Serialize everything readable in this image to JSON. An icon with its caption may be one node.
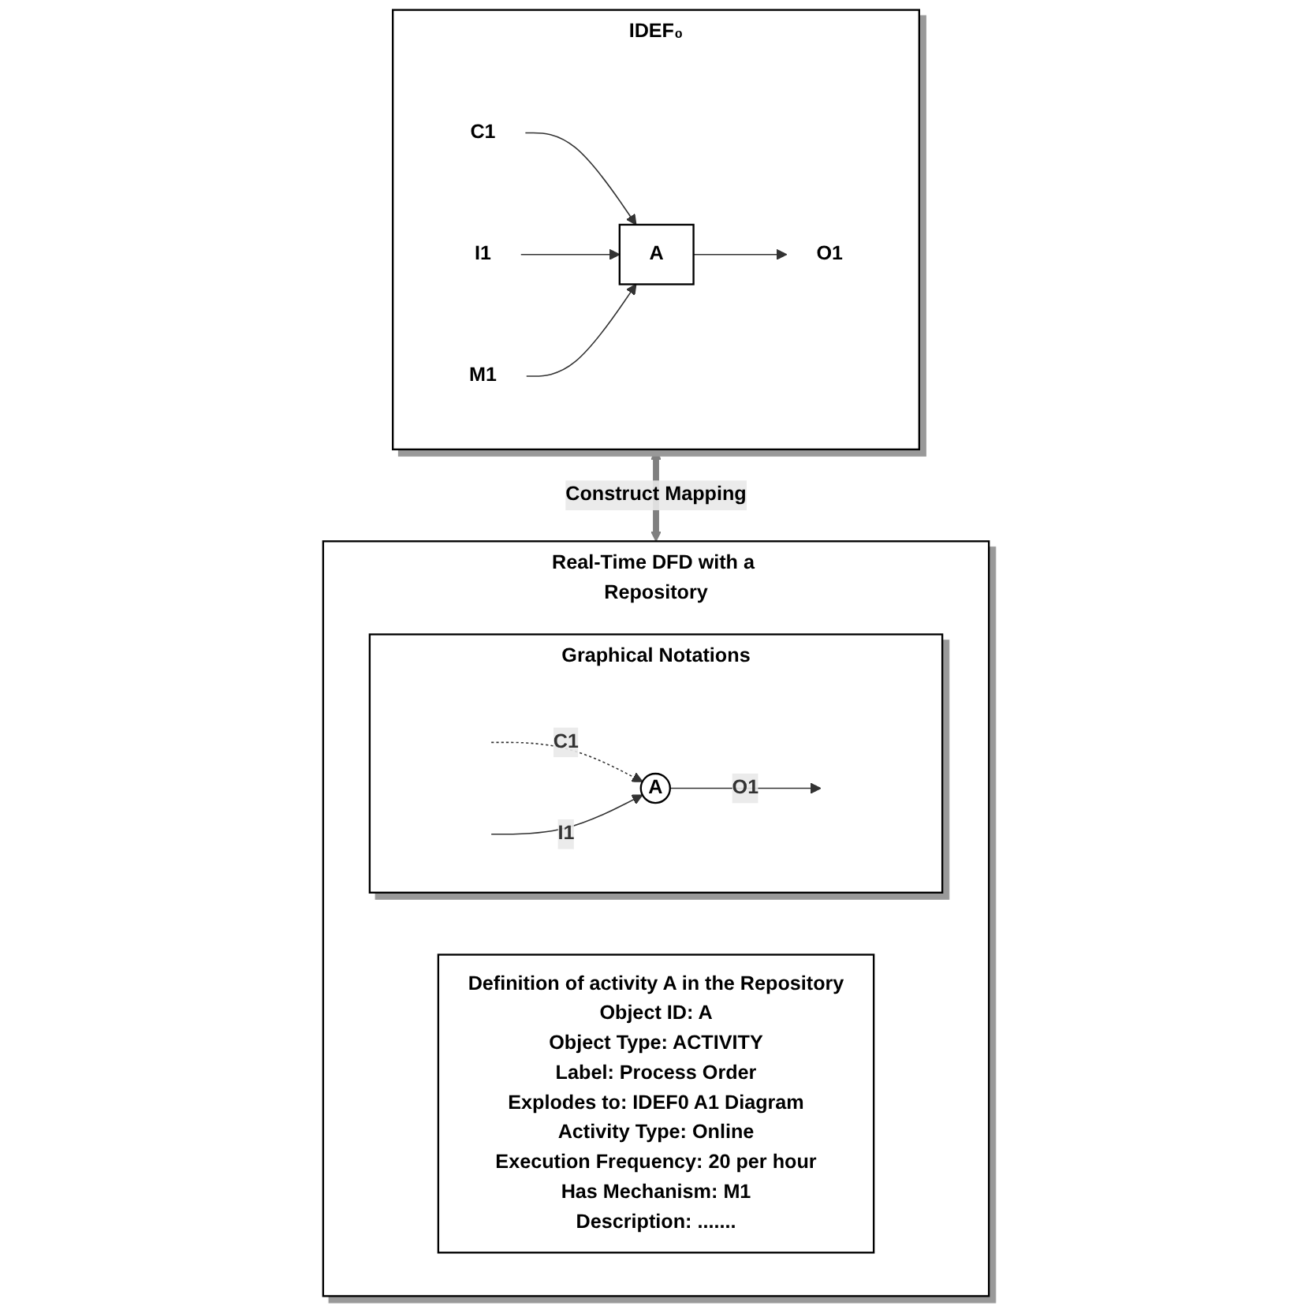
{
  "diagram": {
    "nodes": [
      {
        "text": [
          "IDEF₀"
        ]
      },
      {
        "text": [
          "C1"
        ],
        "in": 0
      },
      {
        "text": [
          "I1"
        ],
        "in": 0
      },
      {
        "text": [
          "A"
        ],
        "in": 0
      },
      {
        "text": [
          "O1"
        ],
        "in": 0
      },
      {
        "text": [
          "M1"
        ],
        "in": 0
      },
      {
        "text": [
          "Real-Time DFD with a Repository"
        ]
      },
      {
        "text": [
          "Graphical Notations"
        ],
        "in": 6
      },
      {
        "text": [
          "A"
        ],
        "in": 7
      },
      {
        "text": [
          "Definition of activity  A in the Repository",
          "Object ID: A",
          "Object Type: ACTIVITY",
          "Label: Process Order",
          "Explodes to: IDEF0 A1 Diagram",
          "Activity Type: Online",
          "Execution Frequency: 20 per hour",
          "Has Mechanism:  M1",
          "Description: ......."
        ],
        "in": 6
      }
    ],
    "edges": [
      {
        "from": 1,
        "to": 3,
        "arrow": "to"
      },
      {
        "from": 2,
        "to": 3,
        "arrow": "to"
      },
      {
        "from": 3,
        "to": 4,
        "arrow": "to"
      },
      {
        "from": 5,
        "to": 3,
        "arrow": "to"
      },
      {
        "from": 0,
        "to": 6,
        "arrow": "both",
        "label": "Construct Mapping",
        "style": "thick",
        "color": "#808080"
      },
      {
        "from": null,
        "to": 8,
        "arrow": "to",
        "label": "C1",
        "style": "dashed"
      },
      {
        "from": null,
        "to": 8,
        "arrow": "to",
        "label": "I1"
      },
      {
        "from": 8,
        "to": null,
        "arrow": "to",
        "label": "O1"
      }
    ]
  }
}
